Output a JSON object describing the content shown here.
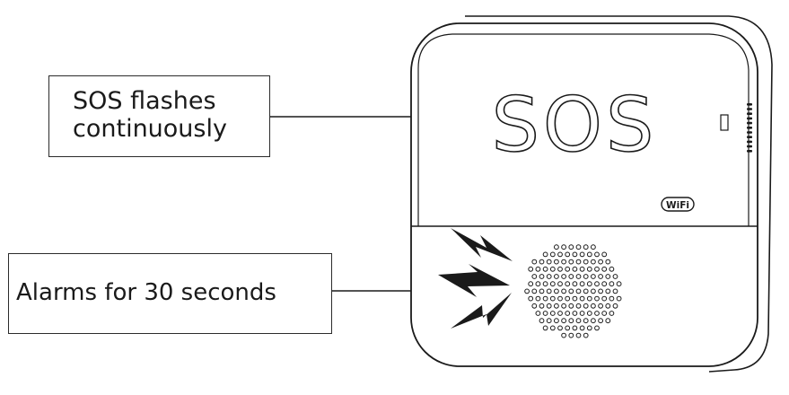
{
  "callouts": {
    "sos_flash": {
      "line1": "SOS flashes",
      "line2": "continuously"
    },
    "alarm": {
      "text": "Alarms for 30 seconds"
    }
  },
  "device": {
    "display_text": "SOS",
    "wifi_badge": "WiFi"
  },
  "colors": {
    "stroke": "#1a1a1a",
    "background": "#ffffff"
  }
}
